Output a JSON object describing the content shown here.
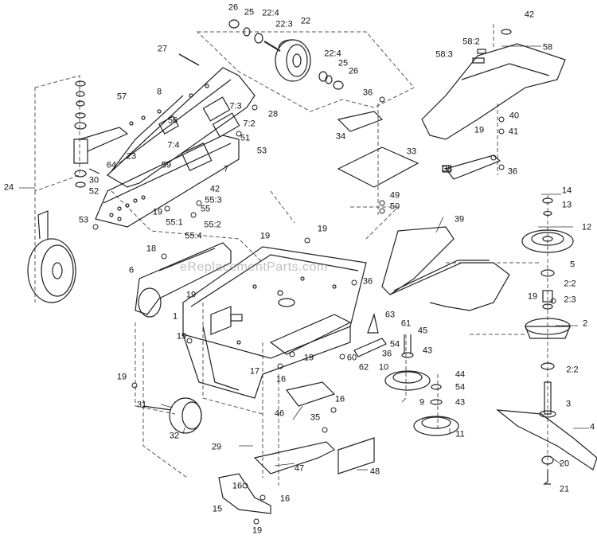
{
  "watermark": "eReplacementParts.com",
  "callouts": [
    {
      "id": "26a",
      "text": "26"
    },
    {
      "id": "25a",
      "text": "25"
    },
    {
      "id": "22_4a",
      "text": "22:4"
    },
    {
      "id": "22_3",
      "text": "22:3"
    },
    {
      "id": "22",
      "text": "22"
    },
    {
      "id": "22_4b",
      "text": "22:4"
    },
    {
      "id": "25b",
      "text": "25"
    },
    {
      "id": "26b",
      "text": "26"
    },
    {
      "id": "27",
      "text": "27"
    },
    {
      "id": "8",
      "text": "8"
    },
    {
      "id": "57",
      "text": "57"
    },
    {
      "id": "7_3",
      "text": "7:3"
    },
    {
      "id": "28",
      "text": "28"
    },
    {
      "id": "56",
      "text": "56"
    },
    {
      "id": "7_2",
      "text": "7:2"
    },
    {
      "id": "7_4",
      "text": "7:4"
    },
    {
      "id": "51",
      "text": "51"
    },
    {
      "id": "53a",
      "text": "53"
    },
    {
      "id": "23",
      "text": "23"
    },
    {
      "id": "59",
      "text": "59"
    },
    {
      "id": "64",
      "text": "64"
    },
    {
      "id": "7",
      "text": "7"
    },
    {
      "id": "30",
      "text": "30"
    },
    {
      "id": "52",
      "text": "52"
    },
    {
      "id": "42a",
      "text": "42"
    },
    {
      "id": "55_3",
      "text": "55:3"
    },
    {
      "id": "24",
      "text": "24"
    },
    {
      "id": "19a",
      "text": "19"
    },
    {
      "id": "55",
      "text": "55"
    },
    {
      "id": "55_1",
      "text": "55:1"
    },
    {
      "id": "55_2",
      "text": "55:2"
    },
    {
      "id": "53b",
      "text": "53"
    },
    {
      "id": "55_4",
      "text": "55:4"
    },
    {
      "id": "19b",
      "text": "19"
    },
    {
      "id": "19c",
      "text": "19"
    },
    {
      "id": "18",
      "text": "18"
    },
    {
      "id": "6",
      "text": "6"
    },
    {
      "id": "36a",
      "text": "36"
    },
    {
      "id": "34",
      "text": "34"
    },
    {
      "id": "33",
      "text": "33"
    },
    {
      "id": "49",
      "text": "49"
    },
    {
      "id": "50",
      "text": "50"
    },
    {
      "id": "39",
      "text": "39"
    },
    {
      "id": "36b",
      "text": "36"
    },
    {
      "id": "19d",
      "text": "19"
    },
    {
      "id": "1",
      "text": "1"
    },
    {
      "id": "63",
      "text": "63"
    },
    {
      "id": "61",
      "text": "61"
    },
    {
      "id": "45",
      "text": "45"
    },
    {
      "id": "19e",
      "text": "19"
    },
    {
      "id": "54a",
      "text": "54"
    },
    {
      "id": "43a",
      "text": "43"
    },
    {
      "id": "36c",
      "text": "36"
    },
    {
      "id": "60",
      "text": "60"
    },
    {
      "id": "62",
      "text": "62"
    },
    {
      "id": "19f",
      "text": "19"
    },
    {
      "id": "17",
      "text": "17"
    },
    {
      "id": "10",
      "text": "10"
    },
    {
      "id": "16a",
      "text": "16"
    },
    {
      "id": "44",
      "text": "44"
    },
    {
      "id": "54b",
      "text": "54"
    },
    {
      "id": "43b",
      "text": "43"
    },
    {
      "id": "9",
      "text": "9"
    },
    {
      "id": "19g",
      "text": "19"
    },
    {
      "id": "16b",
      "text": "16"
    },
    {
      "id": "46",
      "text": "46"
    },
    {
      "id": "31",
      "text": "31"
    },
    {
      "id": "35",
      "text": "35"
    },
    {
      "id": "11",
      "text": "11"
    },
    {
      "id": "32",
      "text": "32"
    },
    {
      "id": "29",
      "text": "29"
    },
    {
      "id": "47",
      "text": "47"
    },
    {
      "id": "48",
      "text": "48"
    },
    {
      "id": "16c",
      "text": "16"
    },
    {
      "id": "16d",
      "text": "16"
    },
    {
      "id": "15",
      "text": "15"
    },
    {
      "id": "19h",
      "text": "19"
    },
    {
      "id": "42b",
      "text": "42"
    },
    {
      "id": "58_2",
      "text": "58:2"
    },
    {
      "id": "58_3",
      "text": "58:3"
    },
    {
      "id": "58",
      "text": "58"
    },
    {
      "id": "40",
      "text": "40"
    },
    {
      "id": "19i",
      "text": "19"
    },
    {
      "id": "41",
      "text": "41"
    },
    {
      "id": "38",
      "text": "38"
    },
    {
      "id": "36d",
      "text": "36"
    },
    {
      "id": "14",
      "text": "14"
    },
    {
      "id": "13",
      "text": "13"
    },
    {
      "id": "12",
      "text": "12"
    },
    {
      "id": "5",
      "text": "5"
    },
    {
      "id": "2_2a",
      "text": "2:2"
    },
    {
      "id": "19j",
      "text": "19"
    },
    {
      "id": "2_3",
      "text": "2:3"
    },
    {
      "id": "2",
      "text": "2"
    },
    {
      "id": "2_2b",
      "text": "2:2"
    },
    {
      "id": "3",
      "text": "3"
    },
    {
      "id": "4",
      "text": "4"
    },
    {
      "id": "20",
      "text": "20"
    },
    {
      "id": "21",
      "text": "21"
    }
  ]
}
